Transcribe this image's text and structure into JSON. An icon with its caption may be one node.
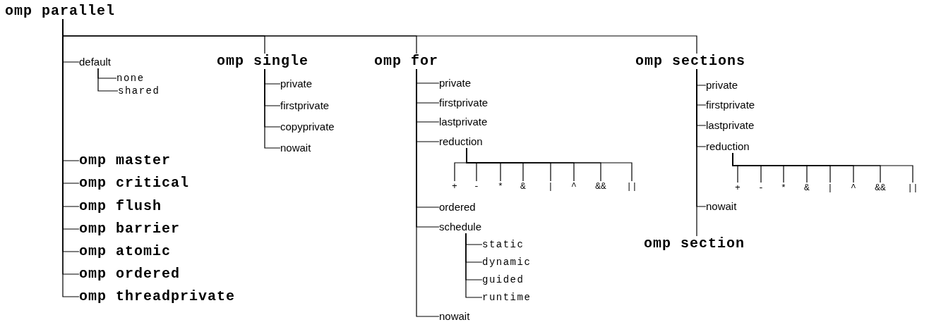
{
  "diagram": {
    "nodes": [
      {
        "text": [
          "omp parallel"
        ]
      },
      {
        "text": [
          "default"
        ]
      },
      {
        "text": [
          "none"
        ]
      },
      {
        "text": [
          "shared"
        ]
      },
      {
        "text": [
          "omp single"
        ]
      },
      {
        "text": [
          "private"
        ]
      },
      {
        "text": [
          "firstprivate"
        ]
      },
      {
        "text": [
          "copyprivate"
        ]
      },
      {
        "text": [
          "nowait"
        ]
      },
      {
        "text": [
          "omp for"
        ]
      },
      {
        "text": [
          "private"
        ]
      },
      {
        "text": [
          "firstprivate"
        ]
      },
      {
        "text": [
          "lastprivate"
        ]
      },
      {
        "text": [
          "reduction"
        ]
      },
      {
        "text": [
          "+"
        ]
      },
      {
        "text": [
          "-"
        ]
      },
      {
        "text": [
          "*"
        ]
      },
      {
        "text": [
          "&"
        ]
      },
      {
        "text": [
          "|"
        ]
      },
      {
        "text": [
          "^"
        ]
      },
      {
        "text": [
          "&&"
        ]
      },
      {
        "text": [
          "||"
        ]
      },
      {
        "text": [
          "ordered"
        ]
      },
      {
        "text": [
          "schedule"
        ]
      },
      {
        "text": [
          "static"
        ]
      },
      {
        "text": [
          "dynamic"
        ]
      },
      {
        "text": [
          "guided"
        ]
      },
      {
        "text": [
          "runtime"
        ]
      },
      {
        "text": [
          "nowait"
        ]
      },
      {
        "text": [
          "omp sections"
        ]
      },
      {
        "text": [
          "private"
        ]
      },
      {
        "text": [
          "firstprivate"
        ]
      },
      {
        "text": [
          "lastprivate"
        ]
      },
      {
        "text": [
          "reduction"
        ]
      },
      {
        "text": [
          "+"
        ]
      },
      {
        "text": [
          "-"
        ]
      },
      {
        "text": [
          "*"
        ]
      },
      {
        "text": [
          "&"
        ]
      },
      {
        "text": [
          "|"
        ]
      },
      {
        "text": [
          "^"
        ]
      },
      {
        "text": [
          "&&"
        ]
      },
      {
        "text": [
          "||"
        ]
      },
      {
        "text": [
          "nowait"
        ]
      },
      {
        "text": [
          "omp section"
        ]
      },
      {
        "text": [
          "omp master"
        ]
      },
      {
        "text": [
          "omp critical"
        ]
      },
      {
        "text": [
          "omp flush"
        ]
      },
      {
        "text": [
          "omp barrier"
        ]
      },
      {
        "text": [
          "omp atomic"
        ]
      },
      {
        "text": [
          "omp ordered"
        ]
      },
      {
        "text": [
          "omp threadprivate"
        ]
      }
    ],
    "edges": [
      {
        "from": 0,
        "to": 1,
        "arrow": "none"
      },
      {
        "from": 1,
        "to": 2,
        "arrow": "none"
      },
      {
        "from": 1,
        "to": 3,
        "arrow": "none"
      },
      {
        "from": 0,
        "to": 4,
        "arrow": "none"
      },
      {
        "from": 4,
        "to": 5,
        "arrow": "none"
      },
      {
        "from": 4,
        "to": 6,
        "arrow": "none"
      },
      {
        "from": 4,
        "to": 7,
        "arrow": "none"
      },
      {
        "from": 4,
        "to": 8,
        "arrow": "none"
      },
      {
        "from": 0,
        "to": 9,
        "arrow": "none"
      },
      {
        "from": 9,
        "to": 10,
        "arrow": "none"
      },
      {
        "from": 9,
        "to": 11,
        "arrow": "none"
      },
      {
        "from": 9,
        "to": 12,
        "arrow": "none"
      },
      {
        "from": 9,
        "to": 13,
        "arrow": "none"
      },
      {
        "from": 13,
        "to": 14,
        "arrow": "none"
      },
      {
        "from": 13,
        "to": 15,
        "arrow": "none"
      },
      {
        "from": 13,
        "to": 16,
        "arrow": "none"
      },
      {
        "from": 13,
        "to": 17,
        "arrow": "none"
      },
      {
        "from": 13,
        "to": 18,
        "arrow": "none"
      },
      {
        "from": 13,
        "to": 19,
        "arrow": "none"
      },
      {
        "from": 13,
        "to": 20,
        "arrow": "none"
      },
      {
        "from": 13,
        "to": 21,
        "arrow": "none"
      },
      {
        "from": 9,
        "to": 22,
        "arrow": "none"
      },
      {
        "from": 9,
        "to": 23,
        "arrow": "none"
      },
      {
        "from": 23,
        "to": 24,
        "arrow": "none"
      },
      {
        "from": 23,
        "to": 25,
        "arrow": "none"
      },
      {
        "from": 23,
        "to": 26,
        "arrow": "none"
      },
      {
        "from": 23,
        "to": 27,
        "arrow": "none"
      },
      {
        "from": 9,
        "to": 28,
        "arrow": "none"
      },
      {
        "from": 0,
        "to": 29,
        "arrow": "none"
      },
      {
        "from": 29,
        "to": 30,
        "arrow": "none"
      },
      {
        "from": 29,
        "to": 31,
        "arrow": "none"
      },
      {
        "from": 29,
        "to": 32,
        "arrow": "none"
      },
      {
        "from": 29,
        "to": 33,
        "arrow": "none"
      },
      {
        "from": 33,
        "to": 34,
        "arrow": "none"
      },
      {
        "from": 33,
        "to": 35,
        "arrow": "none"
      },
      {
        "from": 33,
        "to": 36,
        "arrow": "none"
      },
      {
        "from": 33,
        "to": 37,
        "arrow": "none"
      },
      {
        "from": 33,
        "to": 38,
        "arrow": "none"
      },
      {
        "from": 33,
        "to": 39,
        "arrow": "none"
      },
      {
        "from": 33,
        "to": 40,
        "arrow": "none"
      },
      {
        "from": 33,
        "to": 41,
        "arrow": "none"
      },
      {
        "from": 29,
        "to": 42,
        "arrow": "none"
      },
      {
        "from": 29,
        "to": 43,
        "arrow": "none"
      },
      {
        "from": 0,
        "to": 44,
        "arrow": "none"
      },
      {
        "from": 0,
        "to": 45,
        "arrow": "none"
      },
      {
        "from": 0,
        "to": 46,
        "arrow": "none"
      },
      {
        "from": 0,
        "to": 47,
        "arrow": "none"
      },
      {
        "from": 0,
        "to": 48,
        "arrow": "none"
      },
      {
        "from": 0,
        "to": 49,
        "arrow": "none"
      },
      {
        "from": 0,
        "to": 50,
        "arrow": "none"
      }
    ]
  }
}
